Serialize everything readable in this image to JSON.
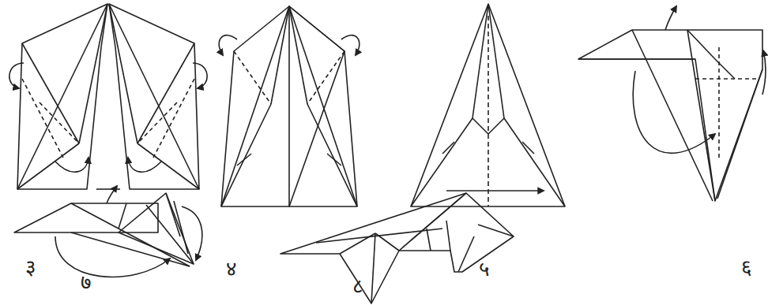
{
  "diagram": {
    "labels": [
      "३",
      "४",
      "५",
      "६",
      "७",
      "८"
    ]
  }
}
